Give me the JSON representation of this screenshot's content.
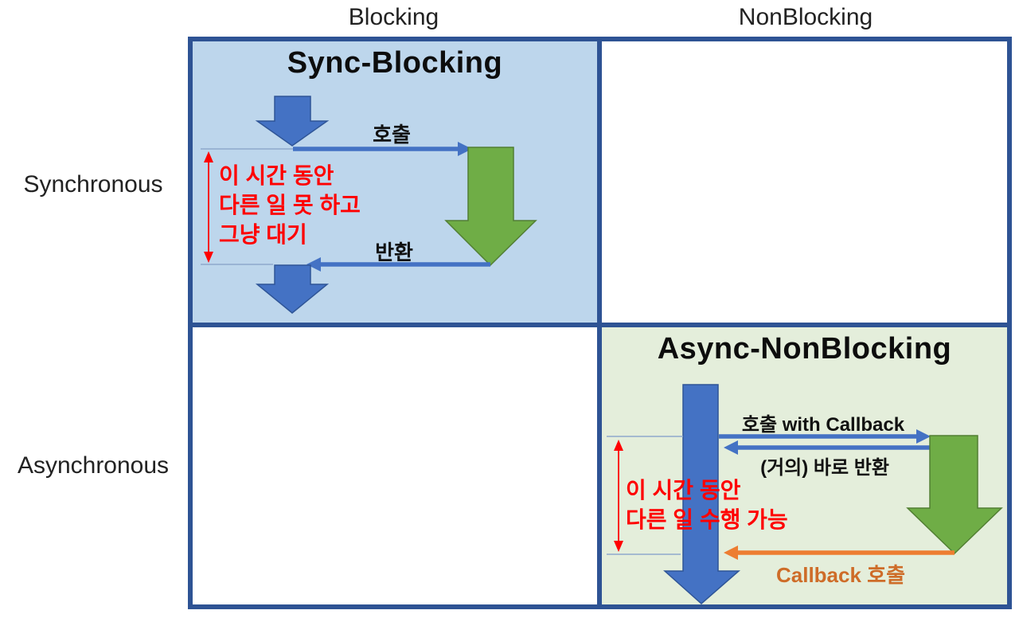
{
  "headers": {
    "cols": [
      "Blocking",
      "NonBlocking"
    ],
    "rows": [
      "Synchronous",
      "Asynchronous"
    ]
  },
  "sync_blocking": {
    "title": "Sync-Blocking",
    "call_label": "호출",
    "return_label": "반환",
    "note_lines": [
      "이 시간 동안",
      "다른 일 못 하고",
      "그냥 대기"
    ]
  },
  "async_nonblocking": {
    "title": "Async-NonBlocking",
    "call_label": "호출 with Callback",
    "return_label": "(거의) 바로 반환",
    "callback_label": "Callback 호출",
    "note_lines": [
      "이 시간 동안",
      "다른 일 수행 가능"
    ]
  },
  "colors": {
    "arrow_blue": "#4472C4",
    "arrow_blue_edge": "#2F5597",
    "arrow_green": "#6FAD46",
    "arrow_green_edge": "#527F33",
    "arrow_orange": "#ED7D31",
    "callback_text_orange": "#CE6C28",
    "note_red": "#FF0000",
    "cell_blue_bg": "#BDD6EC",
    "cell_green_bg": "#E4EEDB",
    "grid_border": "#2E5394",
    "thin_line": "#8FA8CC"
  }
}
